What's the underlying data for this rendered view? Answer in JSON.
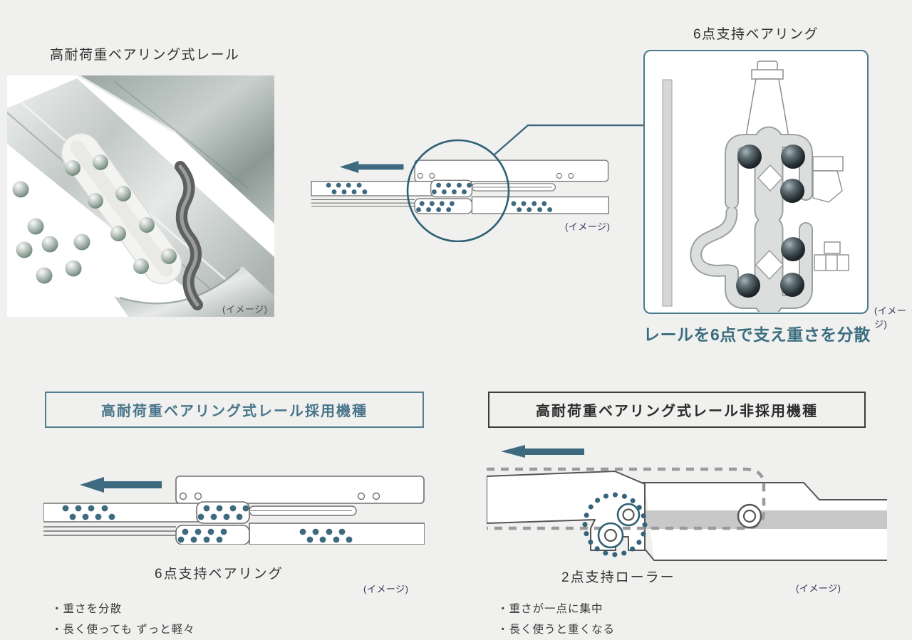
{
  "colors": {
    "background": "#f0f0ee",
    "accent_teal": "#3e6a80",
    "teal_text": "#3c6e80",
    "box_border": "#4a7b8f",
    "dark_text": "#2f2f2f",
    "caption_navy": "#2f3555"
  },
  "photo": {
    "title": "高耐荷重ベアリング式レール",
    "caption": "(イメージ)"
  },
  "rail_diagram": {
    "caption": "(イメージ)"
  },
  "bearing_box": {
    "title": "6点支持ベアリング",
    "caption": "(イメージ)",
    "description": "レールを6点で支え重さを分散"
  },
  "adopted": {
    "header": "高耐荷重ベアリング式レール採用機種",
    "label": "6点支持ベアリング",
    "caption": "(イメージ)",
    "bullets": [
      "・重さを分散",
      "・長く使っても ずっと軽々"
    ]
  },
  "not_adopted": {
    "header": "高耐荷重ベアリング式レール非採用機種",
    "label": "2点支持ローラー",
    "caption": "(イメージ)",
    "bullets": [
      "・重さが一点に集中",
      "・長く使うと重くなる"
    ]
  }
}
